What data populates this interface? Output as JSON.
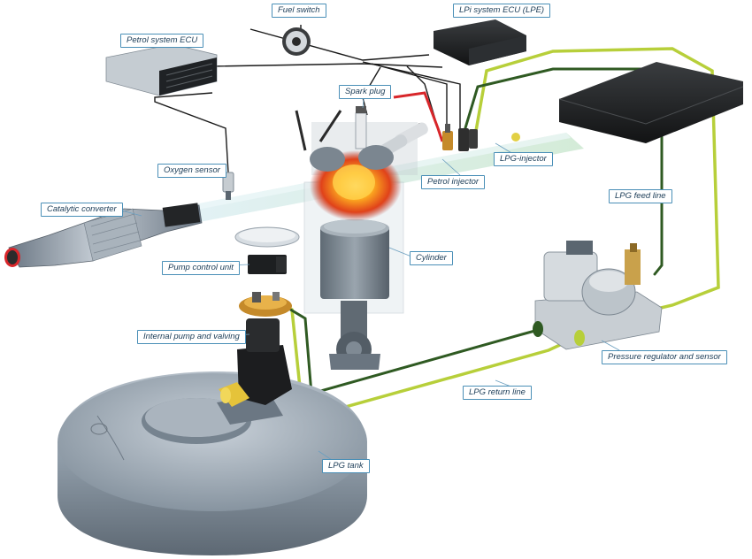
{
  "labels": {
    "fuel_switch": "Fuel switch",
    "lpi_ecu": "LPi system ECU (LPE)",
    "petrol_ecu": "Petrol system ECU",
    "spark_plug": "Spark plug",
    "oxygen_sensor": "Oxygen sensor",
    "lpg_injector": "LPG-injector",
    "petrol_injector": "Petrol injector",
    "lpg_feed_line": "LPG feed line",
    "catalytic_converter": "Catalytic converter",
    "cylinder": "Cylinder",
    "pump_control_unit": "Pump control unit",
    "internal_pump": "Internal pump and valving",
    "pressure_regulator": "Pressure regulator and sensor",
    "lpg_return_line": "LPG return line",
    "lpg_tank": "LPG tank"
  },
  "colors": {
    "feed_line": "#b7cf3a",
    "return_line": "#2f5a22",
    "wire": "#1a1a1a",
    "callout_border": "#4a8fb7",
    "tank": "#8d9aa6",
    "flame": "#f08a1c",
    "spark_wire": "#d8262a",
    "airflow": "#cde9d6"
  },
  "icons": {
    "tank": "lpg-tank-icon",
    "regulator": "pressure-regulator-icon",
    "engine": "cylinder-icon",
    "ecu": "ecu-icon",
    "switch": "fuel-switch-icon"
  }
}
